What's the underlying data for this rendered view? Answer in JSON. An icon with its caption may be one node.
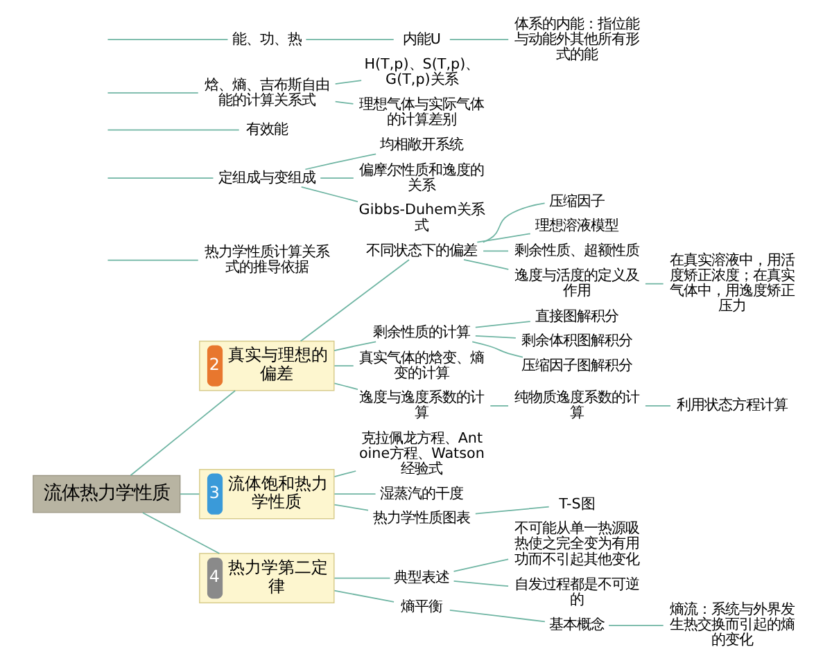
{
  "diagram": {
    "nodes": [
      {
        "text": [
          "流体热力学性质"
        ]
      },
      {
        "text": [
          "热力学性质计算关系式的推导依据"
        ]
      },
      {
        "text": [
          "定组成与变组成"
        ]
      },
      {
        "text": [
          "均相敞开系统"
        ]
      },
      {
        "text": [
          "偏摩尔性质和逸度的关系"
        ]
      },
      {
        "text": [
          "Gibbs-Duhem关系式"
        ]
      },
      {
        "text": [
          "有效能"
        ]
      },
      {
        "text": [
          "焓、熵、吉布斯自由能的计算关系式"
        ]
      },
      {
        "text": [
          "H(T,p)、S(T,p)、G(T,p)关系"
        ]
      },
      {
        "text": [
          "理想气体与实际气体的计算差别"
        ]
      },
      {
        "text": [
          "2",
          "真实与理想的偏差"
        ]
      },
      {
        "text": [
          "不同状态下的偏差"
        ]
      },
      {
        "text": [
          "压缩因子"
        ]
      },
      {
        "text": [
          "理想溶液模型"
        ]
      },
      {
        "text": [
          "剩余性质、超额性质"
        ]
      },
      {
        "text": [
          "逸度与活度的定义及作用"
        ]
      },
      {
        "text": [
          "在真实溶液中，用活度矫正浓度；在真实气体中，用逸度矫正压力"
        ]
      },
      {
        "text": [
          "剩余性质的计算"
        ]
      },
      {
        "text": [
          "直接图解积分"
        ]
      },
      {
        "text": [
          "剩余体积图解积分"
        ]
      },
      {
        "text": [
          "压缩因子图解积分"
        ]
      },
      {
        "text": [
          "真实气体的焓变、熵变的计算"
        ]
      },
      {
        "text": [
          "逸度与逸度系数的计算"
        ]
      },
      {
        "text": [
          "纯物质逸度系数的计算"
        ]
      },
      {
        "text": [
          "利用状态方程计算"
        ]
      },
      {
        "text": [
          "3",
          "流体饱和热力学性质"
        ]
      },
      {
        "text": [
          "克拉佩龙方程、Antoine方程、Watson经验式"
        ]
      },
      {
        "text": [
          "湿蒸汽的干度"
        ]
      },
      {
        "text": [
          "热力学性质图表"
        ]
      },
      {
        "text": [
          "T-S图"
        ]
      },
      {
        "text": [
          "4",
          "热力学第二定律"
        ]
      },
      {
        "text": [
          "典型表述"
        ]
      },
      {
        "text": [
          "不可能从单一热源吸热使之完全变为有用功而不引起其他变化"
        ]
      },
      {
        "text": [
          "自发过程都是不可逆的"
        ]
      },
      {
        "text": [
          "熵平衡"
        ]
      },
      {
        "text": [
          "基本概念"
        ]
      },
      {
        "text": [
          "熵流：系统与外界发生热交换而引起的熵的变化"
        ]
      },
      {
        "text": [
          "能、功、热"
        ]
      },
      {
        "text": [
          "内能U"
        ]
      },
      {
        "text": [
          "体系的内能：指位能与动能外其他所有形式的能"
        ]
      }
    ],
    "edges": [
      {
        "from": null,
        "to": 1,
        "arrow": "none"
      },
      {
        "from": null,
        "to": 2,
        "arrow": "none"
      },
      {
        "from": 2,
        "to": 3,
        "arrow": "none"
      },
      {
        "from": 2,
        "to": 4,
        "arrow": "none"
      },
      {
        "from": 2,
        "to": 5,
        "arrow": "none"
      },
      {
        "from": null,
        "to": 6,
        "arrow": "none"
      },
      {
        "from": null,
        "to": 7,
        "arrow": "none"
      },
      {
        "from": 7,
        "to": 8,
        "arrow": "none"
      },
      {
        "from": 7,
        "to": 9,
        "arrow": "none"
      },
      {
        "from": 0,
        "to": 10,
        "arrow": "none"
      },
      {
        "from": 10,
        "to": 11,
        "arrow": "none"
      },
      {
        "from": 11,
        "to": 12,
        "arrow": "none"
      },
      {
        "from": 11,
        "to": 13,
        "arrow": "none"
      },
      {
        "from": 11,
        "to": 14,
        "arrow": "none"
      },
      {
        "from": 11,
        "to": 15,
        "arrow": "none"
      },
      {
        "from": 15,
        "to": 16,
        "arrow": "none"
      },
      {
        "from": 10,
        "to": 17,
        "arrow": "none"
      },
      {
        "from": 17,
        "to": 18,
        "arrow": "none"
      },
      {
        "from": 17,
        "to": 19,
        "arrow": "none"
      },
      {
        "from": 17,
        "to": 20,
        "arrow": "none"
      },
      {
        "from": 10,
        "to": 21,
        "arrow": "none"
      },
      {
        "from": 10,
        "to": 22,
        "arrow": "none"
      },
      {
        "from": 22,
        "to": 23,
        "arrow": "none"
      },
      {
        "from": 23,
        "to": 24,
        "arrow": "none"
      },
      {
        "from": 0,
        "to": 25,
        "arrow": "none"
      },
      {
        "from": 25,
        "to": 26,
        "arrow": "none"
      },
      {
        "from": 25,
        "to": 27,
        "arrow": "none"
      },
      {
        "from": 25,
        "to": 28,
        "arrow": "none"
      },
      {
        "from": 28,
        "to": 29,
        "arrow": "none"
      },
      {
        "from": 0,
        "to": 30,
        "arrow": "none"
      },
      {
        "from": 30,
        "to": 31,
        "arrow": "none"
      },
      {
        "from": 31,
        "to": 32,
        "arrow": "none"
      },
      {
        "from": 31,
        "to": 33,
        "arrow": "none"
      },
      {
        "from": 30,
        "to": 34,
        "arrow": "none"
      },
      {
        "from": 34,
        "to": 35,
        "arrow": "none"
      },
      {
        "from": 35,
        "to": 36,
        "arrow": "none"
      },
      {
        "from": null,
        "to": 37,
        "arrow": "none"
      },
      {
        "from": 37,
        "to": 38,
        "arrow": "none"
      },
      {
        "from": 38,
        "to": 39,
        "arrow": "none"
      }
    ]
  }
}
